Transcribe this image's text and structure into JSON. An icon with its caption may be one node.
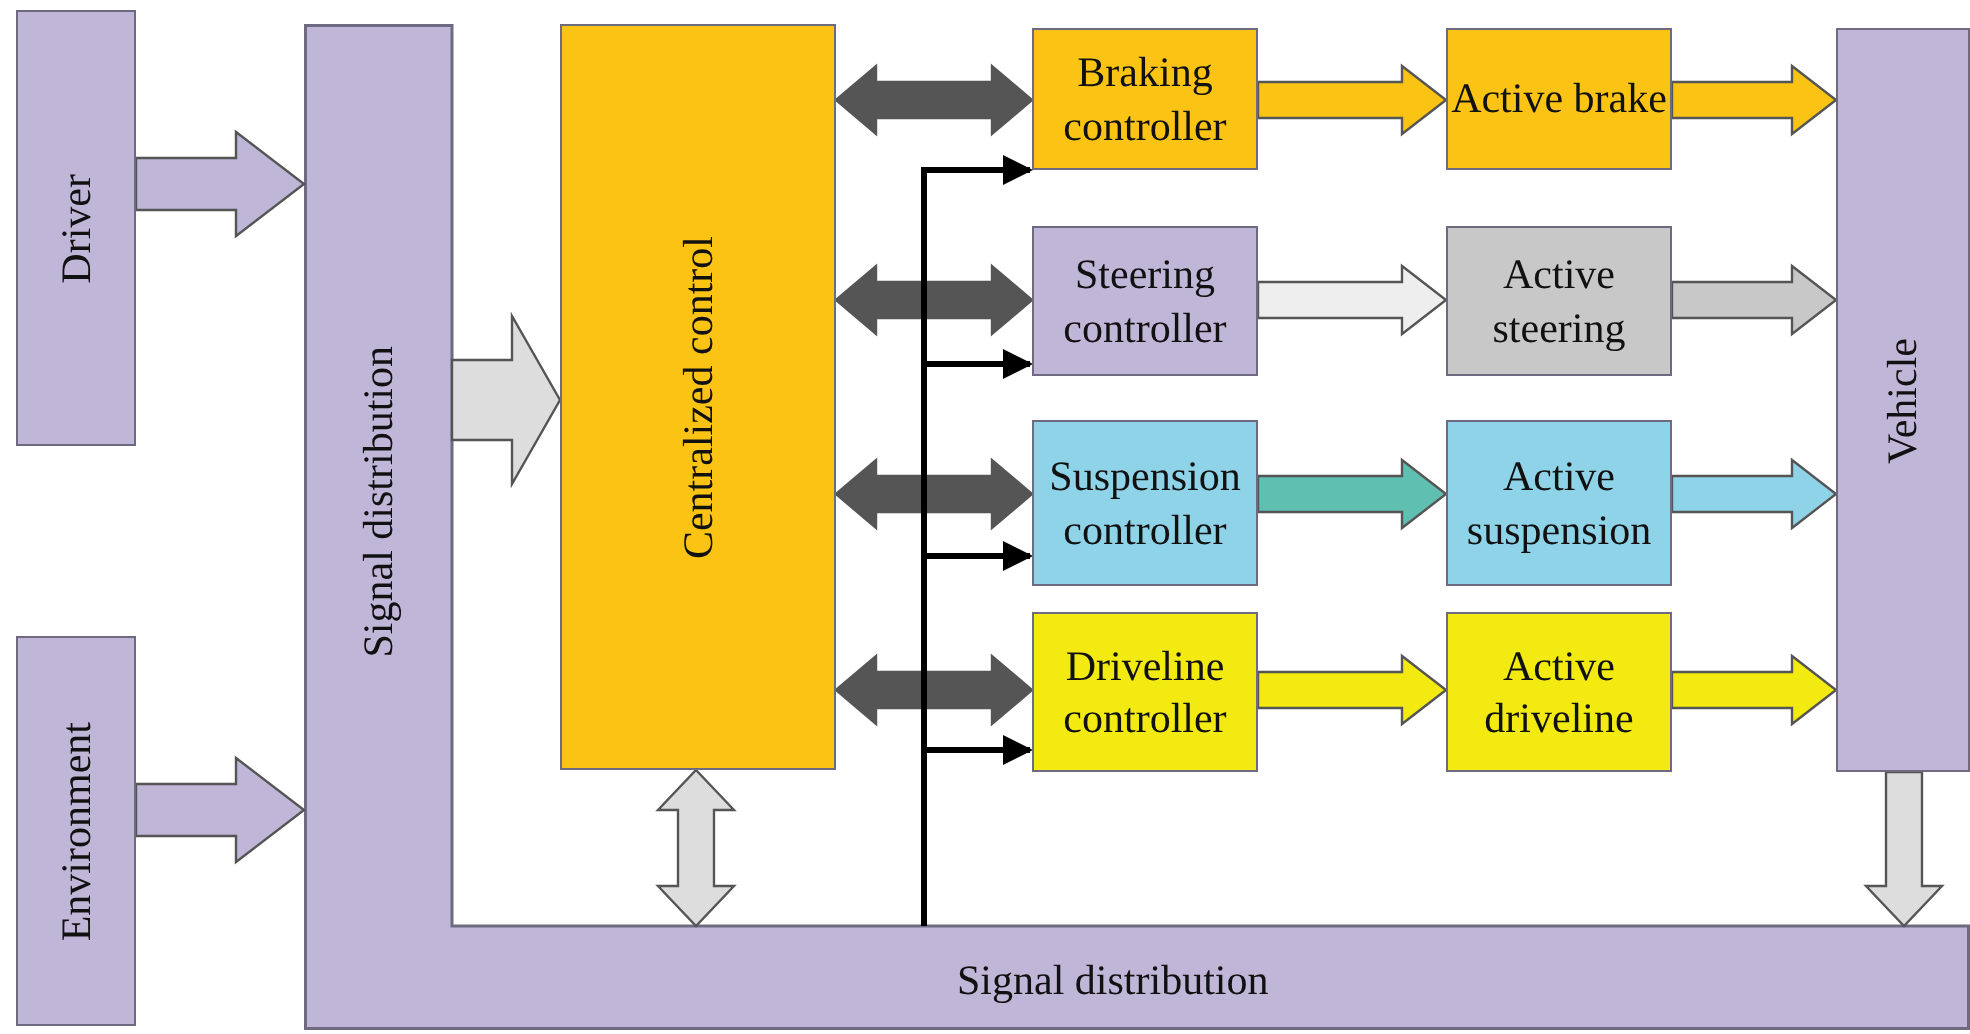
{
  "diagram": {
    "nodes": [
      {
        "text": [
          "Driver"
        ]
      },
      {
        "text": [
          "Environment"
        ]
      },
      {
        "text": [
          "Signal distribution",
          "Signal distribution"
        ]
      },
      {
        "text": [
          "Centralized control"
        ]
      },
      {
        "text": [
          "Braking controller"
        ]
      },
      {
        "text": [
          "Active brake"
        ]
      },
      {
        "text": [
          "Steering controller"
        ]
      },
      {
        "text": [
          "Active steering"
        ]
      },
      {
        "text": [
          "Suspension controller"
        ]
      },
      {
        "text": [
          "Active suspension"
        ]
      },
      {
        "text": [
          "Driveline controller"
        ]
      },
      {
        "text": [
          "Active driveline"
        ]
      },
      {
        "text": [
          "Vehicle"
        ]
      }
    ],
    "edges": [
      {
        "from": 0,
        "to": 2,
        "arrow": "to",
        "style": "thick",
        "color": "#c0b6d8"
      },
      {
        "from": 1,
        "to": 2,
        "arrow": "to",
        "style": "thick",
        "color": "#c0b6d8"
      },
      {
        "from": 2,
        "to": 3,
        "arrow": "to",
        "style": "thick",
        "color": "#dddddd"
      },
      {
        "from": 3,
        "to": 4,
        "arrow": "both",
        "style": "thick",
        "color": "#555555"
      },
      {
        "from": 3,
        "to": 6,
        "arrow": "both",
        "style": "thick",
        "color": "#555555"
      },
      {
        "from": 3,
        "to": 8,
        "arrow": "both",
        "style": "thick",
        "color": "#555555"
      },
      {
        "from": 3,
        "to": 10,
        "arrow": "both",
        "style": "thick",
        "color": "#555555"
      },
      {
        "from": 4,
        "to": 5,
        "arrow": "to",
        "style": "thick",
        "color": "#fbc414"
      },
      {
        "from": 5,
        "to": 12,
        "arrow": "to",
        "style": "thick",
        "color": "#fbc414"
      },
      {
        "from": 6,
        "to": 7,
        "arrow": "to",
        "style": "thick",
        "color": "#eeeeee"
      },
      {
        "from": 7,
        "to": 12,
        "arrow": "to",
        "style": "thick",
        "color": "#c8c8c8"
      },
      {
        "from": 8,
        "to": 9,
        "arrow": "to",
        "style": "thick",
        "color": "#5fbfb0"
      },
      {
        "from": 9,
        "to": 12,
        "arrow": "to",
        "style": "thick",
        "color": "#8fd3e8"
      },
      {
        "from": 10,
        "to": 11,
        "arrow": "to",
        "style": "thick",
        "color": "#f2ea10"
      },
      {
        "from": 11,
        "to": 12,
        "arrow": "to",
        "style": "thick",
        "color": "#f2ea10"
      },
      {
        "from": 3,
        "to": 2,
        "arrow": "both",
        "style": "thick",
        "color": "#dddddd"
      },
      {
        "from": 12,
        "to": 2,
        "arrow": "to",
        "style": "thick",
        "color": "#dddddd"
      },
      {
        "from": 2,
        "to": 4,
        "arrow": "to",
        "color": "#000000"
      },
      {
        "from": 2,
        "to": 6,
        "arrow": "to",
        "color": "#000000"
      },
      {
        "from": 2,
        "to": 8,
        "arrow": "to",
        "color": "#000000"
      },
      {
        "from": 2,
        "to": 10,
        "arrow": "to",
        "color": "#000000"
      }
    ]
  }
}
